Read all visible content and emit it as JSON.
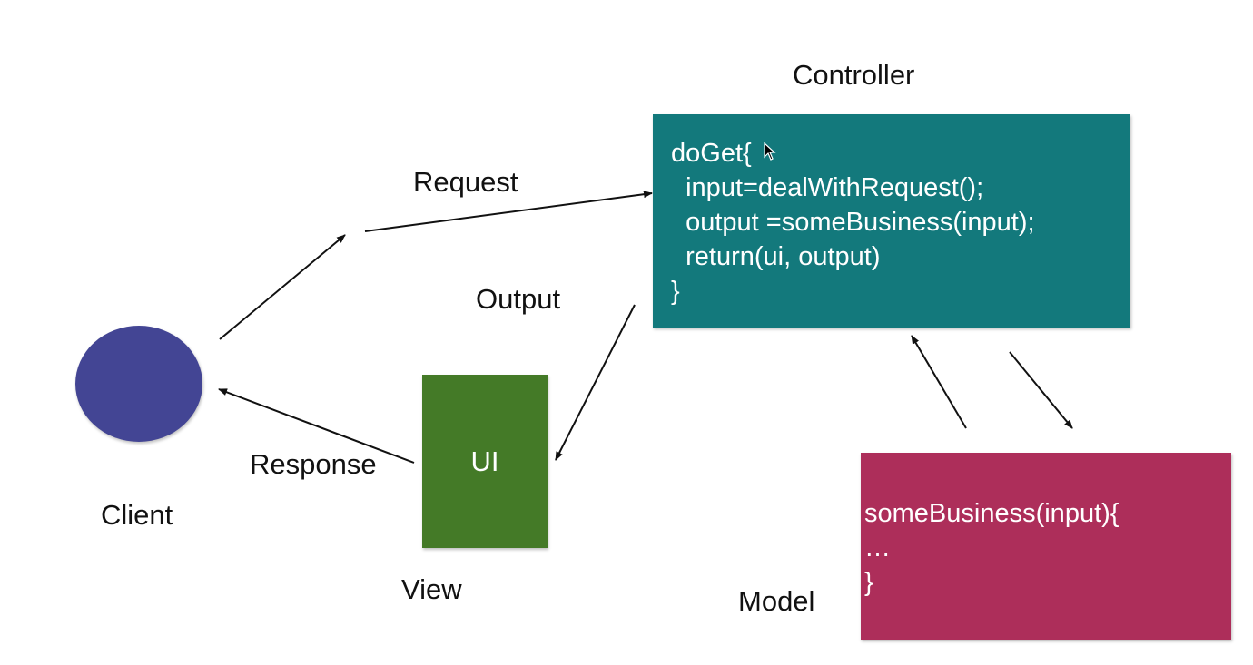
{
  "labels": {
    "controller": "Controller",
    "request": "Request",
    "output": "Output",
    "response": "Response",
    "client": "Client",
    "view": "View",
    "model": "Model"
  },
  "controller_code": [
    "doGet{",
    "  input=dealWithRequest();",
    "  output =someBusiness(input);",
    "  return(ui, output)",
    "}"
  ],
  "view_box_text": "UI",
  "model_code": [
    "someBusiness(input){",
    "…",
    "}"
  ],
  "colors": {
    "controller_box": "#13797c",
    "view_box": "#447a27",
    "model_box": "#ad2e5a",
    "client_circle": "#434594"
  },
  "icons": {
    "cursor": "mouse-pointer-icon"
  }
}
